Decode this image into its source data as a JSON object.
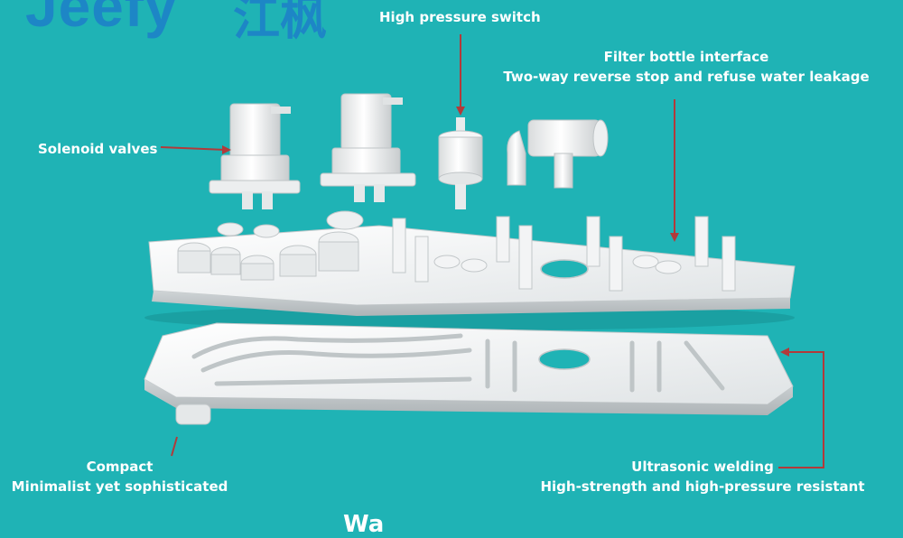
{
  "brand": {
    "logo_text": "Jeefy",
    "logo_cn": "江枫",
    "color": "#1d86c6"
  },
  "callouts": {
    "high_pressure_switch": "High pressure switch",
    "filter_bottle_interface": "Filter bottle interface",
    "two_way_reverse": "Two-way reverse stop and refuse water leakage",
    "solenoid_valves": "Solenoid valves",
    "compact": "Compact",
    "minimalist": "Minimalist yet sophisticated",
    "ultrasonic_welding": "Ultrasonic welding",
    "high_strength": "High-strength and high-pressure resistant"
  },
  "bottom_caption": "Wa",
  "colors": {
    "background": "#1fb3b5",
    "leader_line": "#b23a3a",
    "part_white": "#f2f2f2"
  }
}
